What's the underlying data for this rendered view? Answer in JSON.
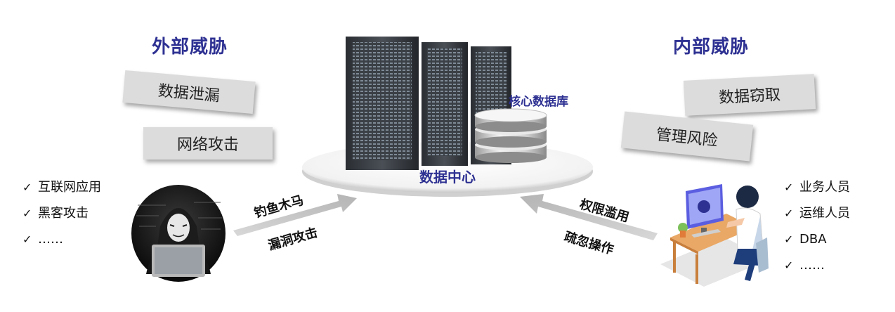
{
  "external": {
    "title": "外部威胁",
    "threats": [
      "数据泄漏",
      "网络攻击"
    ],
    "sources": [
      "互联网应用",
      "黑客攻击",
      "……"
    ],
    "attacks": [
      "钓鱼木马",
      "漏洞攻击"
    ]
  },
  "internal": {
    "title": "内部威胁",
    "threats": [
      "数据窃取",
      "管理风险"
    ],
    "sources": [
      "业务人员",
      "运维人员",
      "DBA",
      "……"
    ],
    "attacks": [
      "权限滥用",
      "疏忽操作"
    ]
  },
  "center": {
    "label": "数据中心",
    "db_label": "核心数据库"
  },
  "check_mark": "✓",
  "colors": {
    "heading": "#2e3192",
    "box": "#dcdcdc",
    "arrow": "#c8c8c8"
  }
}
